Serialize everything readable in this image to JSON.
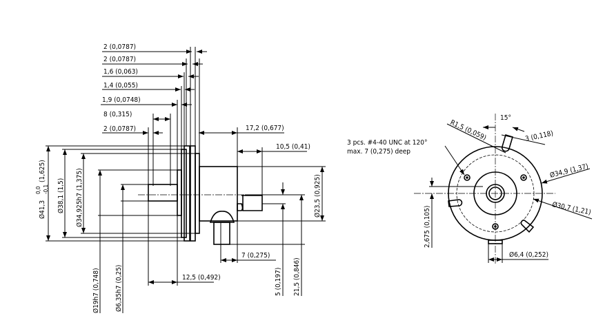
{
  "side_view": {
    "top_dims": [
      "2 (0,0787)",
      "2 (0,0787)",
      "1,6 (0,063)",
      "1,4 (0,055)",
      "1,9 (0,0748)",
      "8 (0,315)",
      "2 (0,0787)"
    ],
    "dim_17_2": "17,2 (0,677)",
    "dim_10_5": "10,5 (0,41)",
    "dim_41_3": "Ø41,3",
    "dim_41_3_tol_upper": "0,0",
    "dim_41_3_tol_lower": "-0,1",
    "dim_41_3_inch": "(1,625)",
    "dim_38_1": "Ø38,1 (1,5)",
    "dim_34_925": "Ø34,925h7 (1,375)",
    "dim_19": "Ø19h7 (0,748)",
    "dim_6_35": "Ø6,35h7 (0,25)",
    "dim_23_5": "Ø23,5 (0,925)",
    "dim_12_5": "12,5 (0,492)",
    "dim_7": "7 (0,275)",
    "dim_5": "5 (0,197)",
    "dim_21_5": "21,5 (0,846)"
  },
  "front_view": {
    "note_line1": "3 pcs. #4-40 UNC at 120°",
    "note_line2": "max. 7 (0,275) deep",
    "angle": "15°",
    "radius": "R1,5 (0,059)",
    "slot_width": "3 (0,118)",
    "dia_34_9": "Ø34,9 (1,37)",
    "dia_30_7": "Ø30,7 (1,21)",
    "offset": "2,675 (0,105)",
    "dia_6_4": "Ø6,4 (0,252)"
  }
}
